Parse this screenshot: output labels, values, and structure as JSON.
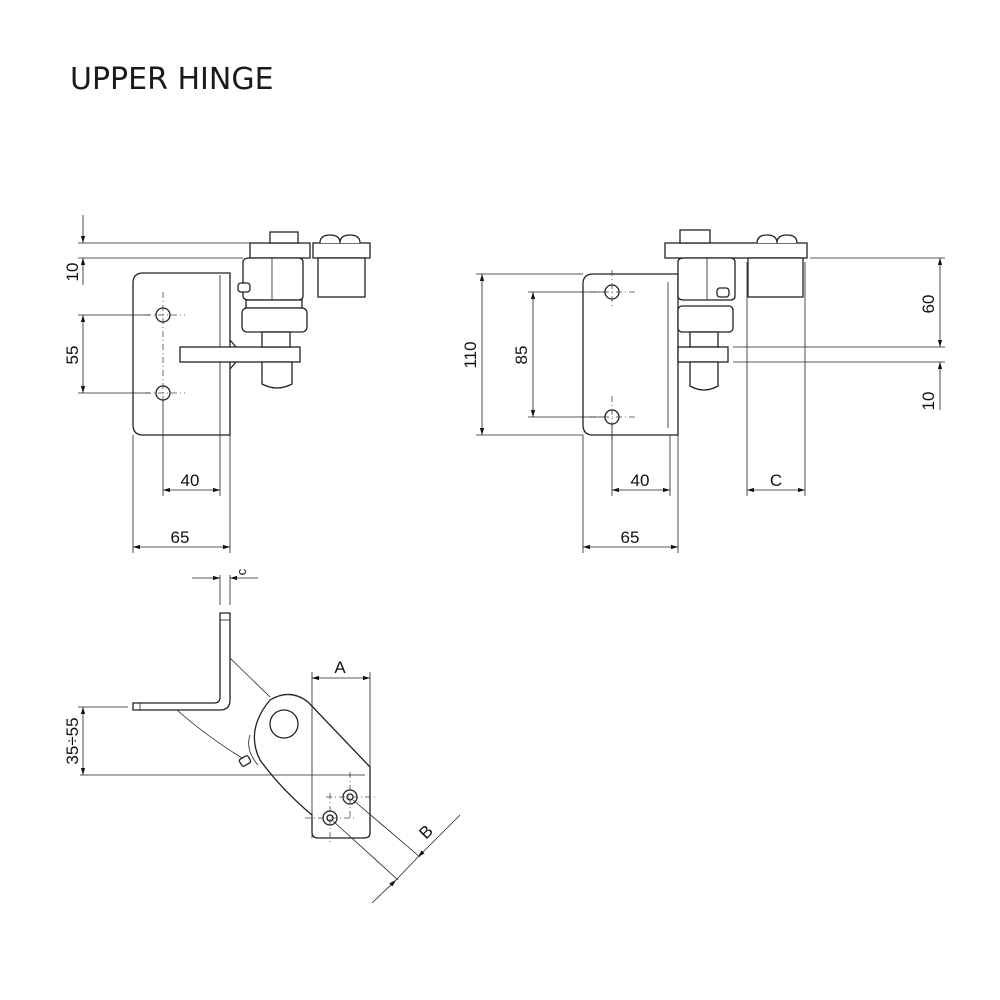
{
  "title": "UPPER HINGE",
  "front_view": {
    "dim_top": "10",
    "dim_hole_spacing": "55",
    "dim_hole_offset": "40",
    "dim_width": "65"
  },
  "side_view": {
    "dim_height": "110",
    "dim_hole_spacing": "85",
    "dim_hole_offset": "40",
    "dim_width": "65",
    "dim_c": "C",
    "dim_60": "60",
    "dim_10": "10"
  },
  "top_view": {
    "dim_thickness": "c",
    "dim_range": "35÷55",
    "dim_a": "A",
    "dim_b": "B"
  }
}
